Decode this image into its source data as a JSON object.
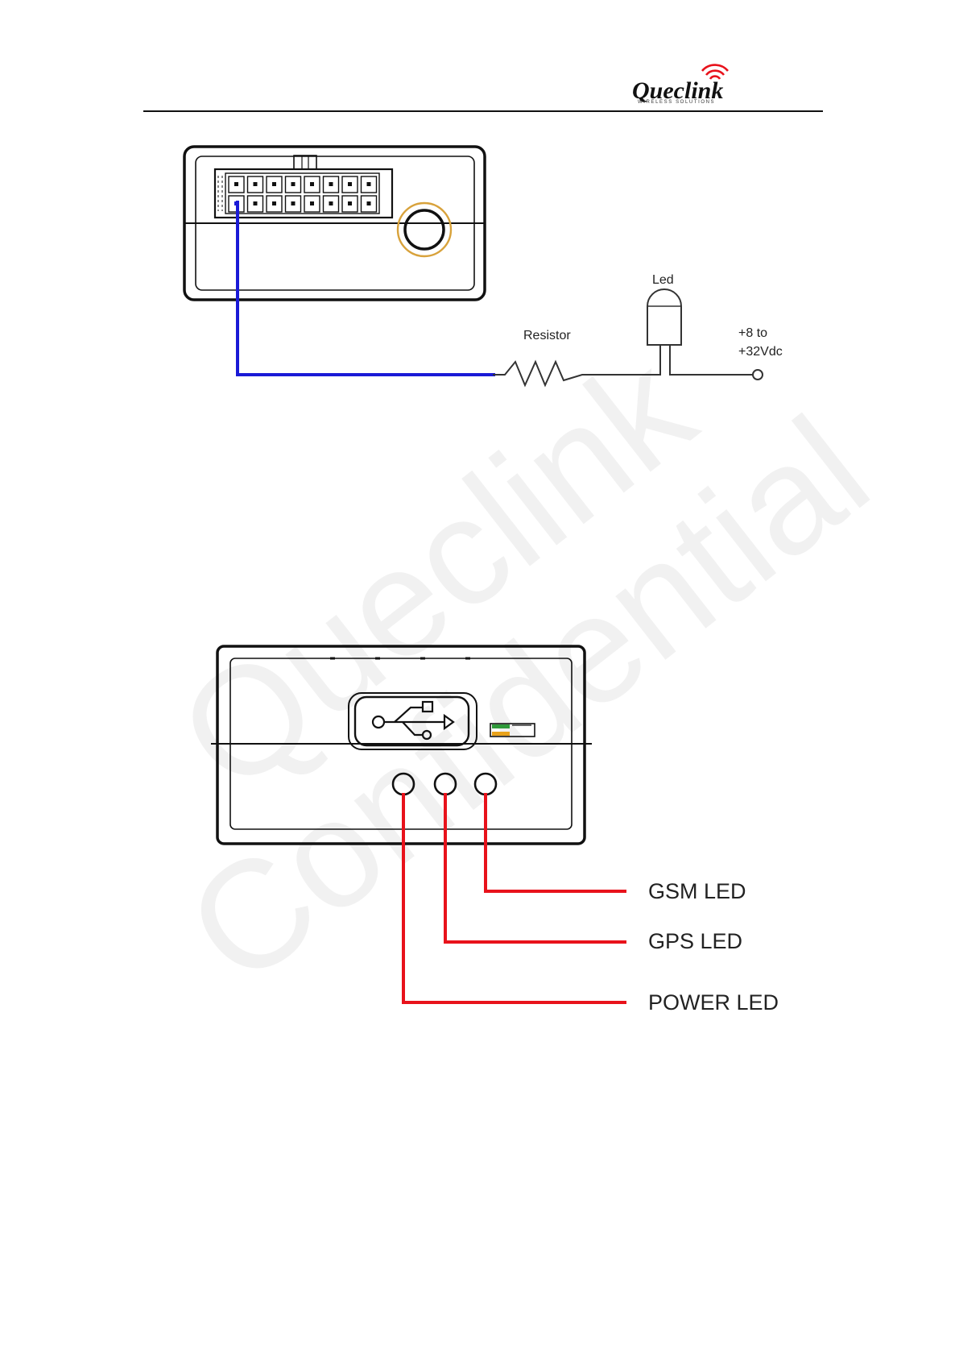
{
  "header": {
    "logo_text": "Queclink",
    "logo_tagline": "WIRELESS SOLUTIONS"
  },
  "watermark": {
    "line1": "Queclink",
    "line2": "Confidential"
  },
  "diagram1": {
    "led_label": "Led",
    "resistor_label": "Resistor",
    "voltage_line1": "+8 to",
    "voltage_line2": "+32Vdc",
    "wire_color": "#1a1ad6"
  },
  "diagram2": {
    "gsm_label": "GSM LED",
    "gps_label": "GPS LED",
    "power_label": "POWER LED",
    "wire_color": "#e8121b"
  }
}
